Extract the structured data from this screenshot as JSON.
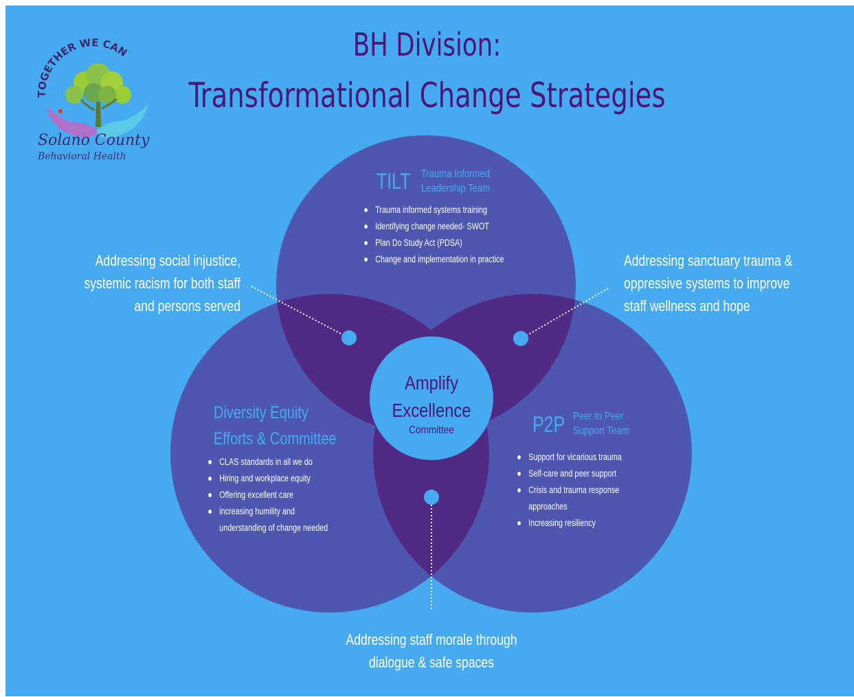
{
  "title": {
    "line1": "BH Division:",
    "line2": "Transformational Change Strategies"
  },
  "logo": {
    "arc_text": "TOGETHER WE CAN",
    "name": "Solano County",
    "subname": "Behavioral Health"
  },
  "tilt": {
    "abbr": "TILT",
    "name_line1": "Trauma Informed",
    "name_line2": "Leadership Team",
    "items": [
      "Trauma informed systems training",
      "Identifying change needed- SWOT",
      "Plan Do Study Act (PDSA)",
      "Change and implementation in practice"
    ]
  },
  "diversity": {
    "line1": "Diversity Equity",
    "line2": "Efforts & Committee",
    "items": [
      "CLAS standards in all we do",
      "Hiring and workplace equity",
      "Offering excellent care",
      "increasing humility and understanding of change needed"
    ]
  },
  "p2p": {
    "abbr": "P2P",
    "name_line1": "Peer to Peer",
    "name_line2": "Support Team",
    "items": [
      "Support for vicarious trauma",
      "Self-care and peer support",
      "Crisis and trauma response approaches",
      "Increasing resiliency"
    ]
  },
  "center": {
    "line1": "Amplify",
    "line2": "Excellence",
    "line3": "Committee"
  },
  "callouts": {
    "left": [
      "Addressing social injustice,",
      "systemic racism for both staff",
      "and persons served"
    ],
    "right": [
      "Addressing sanctuary trauma &",
      "oppressive systems to improve",
      "staff wellness and hope"
    ],
    "bottom": [
      "Addressing staff morale through",
      "dialogue & safe spaces"
    ]
  },
  "colors": {
    "background": "#46aaf1",
    "circle": "#4d57b0",
    "overlap": "#502a85",
    "accent": "#46aaf1",
    "title": "#4b1679"
  }
}
